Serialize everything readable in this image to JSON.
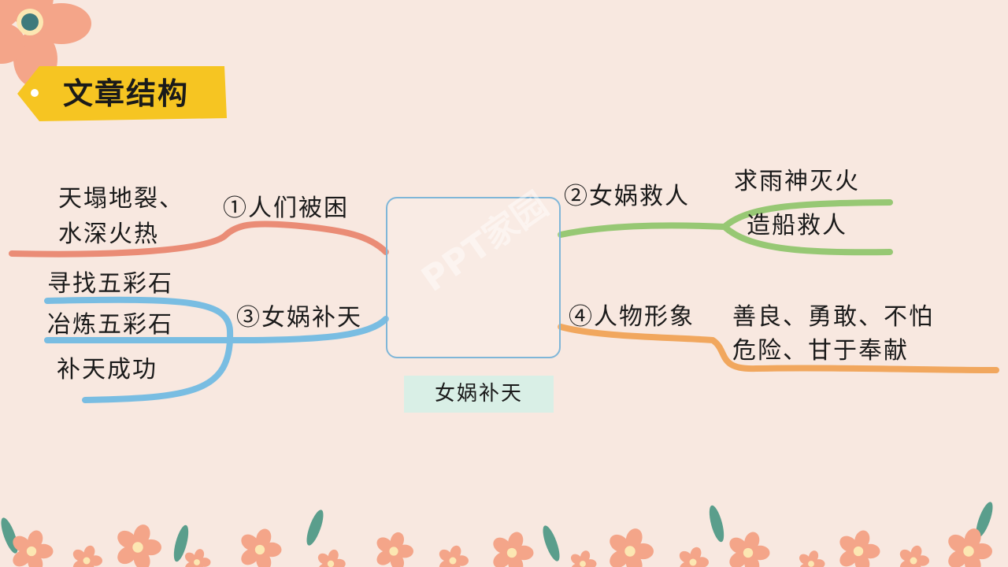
{
  "header": {
    "title": "文章结构"
  },
  "center": {
    "caption": "女娲补天",
    "watermark": "PPT家园"
  },
  "branches": [
    {
      "label": "①人们被困",
      "color": "#e8826a",
      "details": [
        "天塌地裂、",
        "水深火热"
      ]
    },
    {
      "label": "②女娲救人",
      "color": "#8cc468",
      "details": [
        "求雨神灭火",
        "造船救人"
      ]
    },
    {
      "label": "③女娲补天",
      "color": "#6ab8e2",
      "details": [
        "寻找五彩石",
        "冶炼五彩石",
        "补天成功"
      ]
    },
    {
      "label": "④人物形象",
      "color": "#f0a050",
      "details": [
        "善良、勇敢、不怕",
        "危险、甘于奉献"
      ]
    }
  ],
  "colors": {
    "background": "#f8e8e0",
    "tag": "#f6c522",
    "flower": "#f4a589",
    "leaf": "#5a9e8c"
  }
}
